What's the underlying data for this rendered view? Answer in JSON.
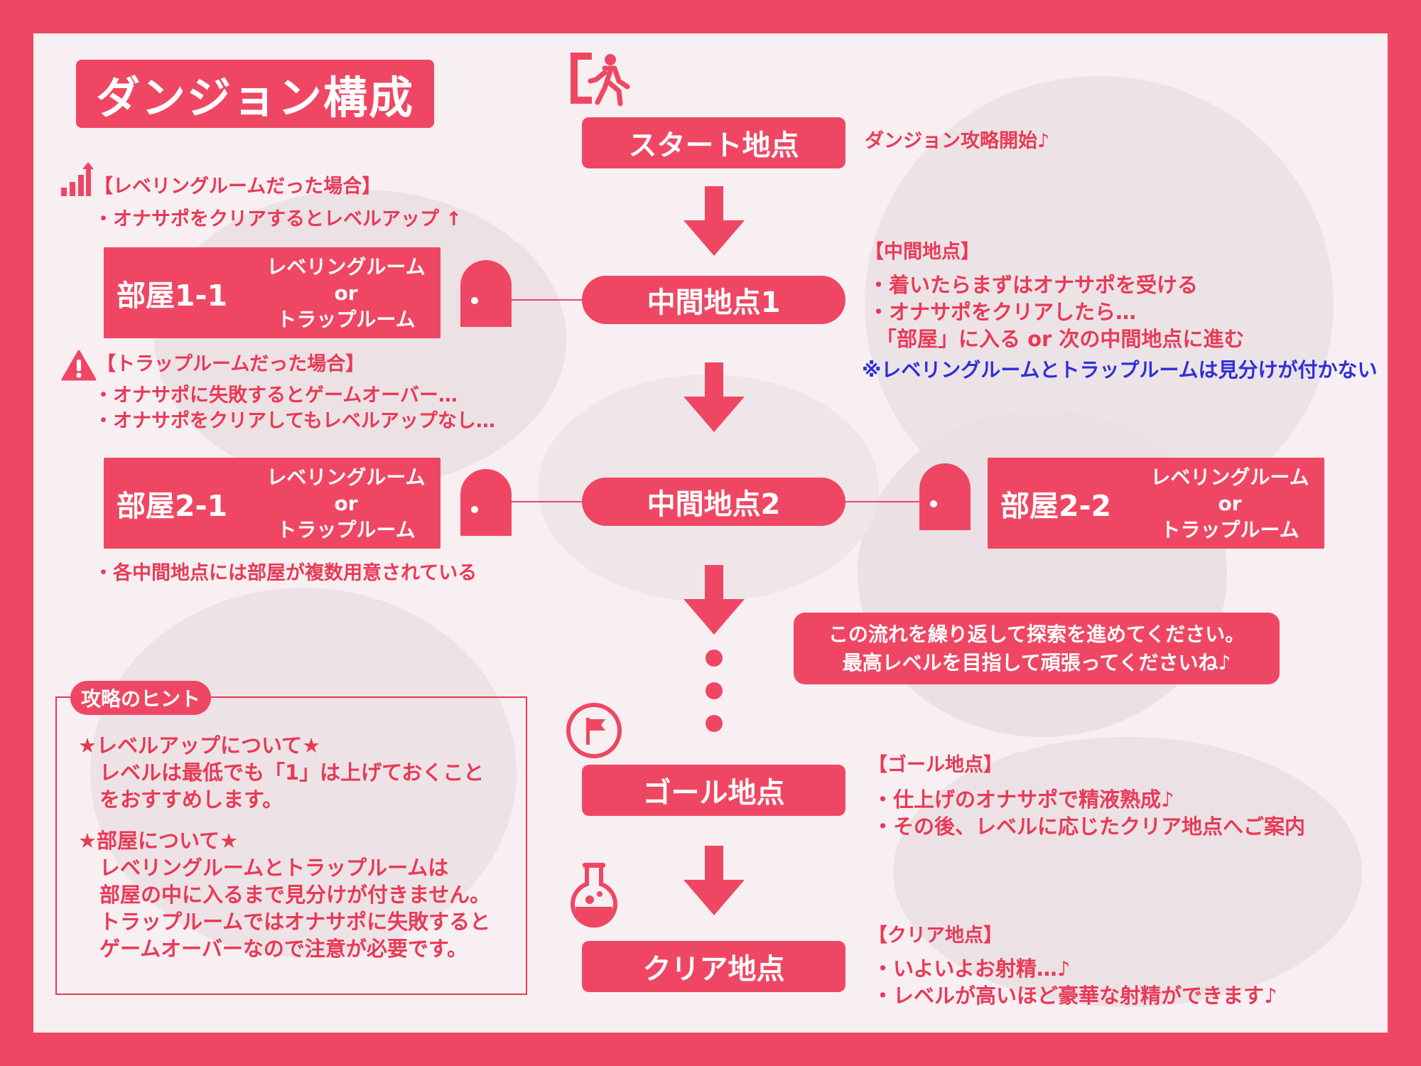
{
  "title": "ダンジョン構成",
  "colors": {
    "accent": "#ef4763",
    "text": "#e83a56",
    "note": "#2f2fd8",
    "panel": "#f7eff2"
  },
  "flow": {
    "start": {
      "label": "スタート地点",
      "note": "ダンジョン攻略開始♪"
    },
    "mid1": {
      "label": "中間地点1"
    },
    "mid2": {
      "label": "中間地点2"
    },
    "goal": {
      "label": "ゴール地点"
    },
    "clear": {
      "label": "クリア地点"
    }
  },
  "rooms": {
    "r11": {
      "name": "部屋1-1",
      "line1": "レベリングルーム",
      "line2": "or",
      "line3": "トラップルーム"
    },
    "r21": {
      "name": "部屋2-1",
      "line1": "レベリングルーム",
      "line2": "or",
      "line3": "トラップルーム"
    },
    "r22": {
      "name": "部屋2-2",
      "line1": "レベリングルーム",
      "line2": "or",
      "line3": "トラップルーム"
    }
  },
  "leveling_note": {
    "heading": "【レベリングルームだった場合】",
    "line1": "・オナサポをクリアするとレベルアップ ↑"
  },
  "trap_note": {
    "heading": "【トラップルームだった場合】",
    "line1": "・オナサポに失敗するとゲームオーバー…",
    "line2": "・オナサポをクリアしてもレベルアップなし…"
  },
  "multi_room_note": "・各中間地点には部屋が複数用意されている",
  "mid_note": {
    "heading": "【中間地点】",
    "line1": "・着いたらまずはオナサポを受ける",
    "line2": "・オナサポをクリアしたら…",
    "line3": "「部屋」に入る or 次の中間地点に進む",
    "warning": "※レベリングルームとトラップルームは見分けが付かない"
  },
  "repeat_box": {
    "line1": "この流れを繰り返して探索を進めてください。",
    "line2": "最高レベルを目指して頑張ってくださいね♪"
  },
  "goal_note": {
    "heading": "【ゴール地点】",
    "line1": "・仕上げのオナサポで精液熟成♪",
    "line2": "・その後、レベルに応じたクリア地点へご案内"
  },
  "clear_note": {
    "heading": "【クリア地点】",
    "line1": "・いよいよお射精…♪",
    "line2": "・レベルが高いほど豪華な射精ができます♪"
  },
  "hints": {
    "title": "攻略のヒント",
    "levelup_heading": "★レベルアップについて★",
    "levelup_line1": "レベルは最低でも「1」は上げておくこと",
    "levelup_line2": "をおすすめします。",
    "room_heading": "★部屋について★",
    "room_line1": "レベリングルームとトラップルームは",
    "room_line2": "部屋の中に入るまで見分けが付きません。",
    "room_line3": "トラップルームではオナサポに失敗すると",
    "room_line4": "ゲームオーバーなので注意が必要です。"
  }
}
